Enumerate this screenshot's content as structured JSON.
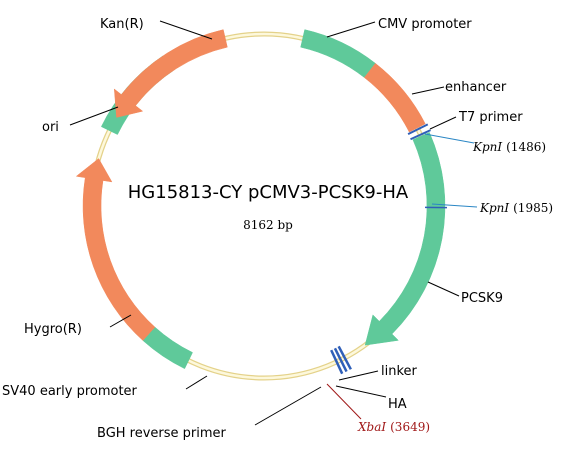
{
  "plasmid": {
    "name": "HG15813-CY pCMV3-PCSK9-HA",
    "size_label": "8162 bp"
  },
  "colors": {
    "backbone_fill": "#fdf8dc",
    "backbone_stroke": "#e4d28a",
    "green_feature": "#5fc99a",
    "orange_feature": "#f2895c",
    "site_blue": "#2f5fb8",
    "kpn_text": "#000000",
    "xba_text": "#a01818",
    "xba_leader": "#a01818",
    "kpn_leader": "#2a86c4"
  },
  "features": [
    {
      "id": "cmv-promoter",
      "label": "CMV promoter",
      "type": "block",
      "color": "green"
    },
    {
      "id": "enhancer",
      "label": "enhancer",
      "type": "block",
      "color": "orange"
    },
    {
      "id": "t7-primer",
      "label": "T7 primer",
      "type": "primer"
    },
    {
      "id": "pcsk9",
      "label": "PCSK9",
      "type": "arrow",
      "color": "green"
    },
    {
      "id": "linker",
      "label": "linker",
      "type": "small"
    },
    {
      "id": "ha",
      "label": "HA",
      "type": "small"
    },
    {
      "id": "bgh-reverse-primer",
      "label": "BGH reverse primer",
      "type": "primer"
    },
    {
      "id": "sv40-early-promoter",
      "label": "SV40 early promoter",
      "type": "block",
      "color": "green"
    },
    {
      "id": "hygro-r",
      "label": "Hygro(R)",
      "type": "arrow",
      "color": "orange"
    },
    {
      "id": "ori",
      "label": "ori",
      "type": "block",
      "color": "green"
    },
    {
      "id": "kan-r",
      "label": "Kan(R)",
      "type": "arrow",
      "color": "orange"
    }
  ],
  "sites": [
    {
      "id": "kpni-1486",
      "enzyme": "KpnI",
      "position": "(1486)"
    },
    {
      "id": "kpni-1985",
      "enzyme": "KpnI",
      "position": "(1985)"
    },
    {
      "id": "xbai-3649",
      "enzyme": "XbaI",
      "position": "(3649)"
    }
  ]
}
